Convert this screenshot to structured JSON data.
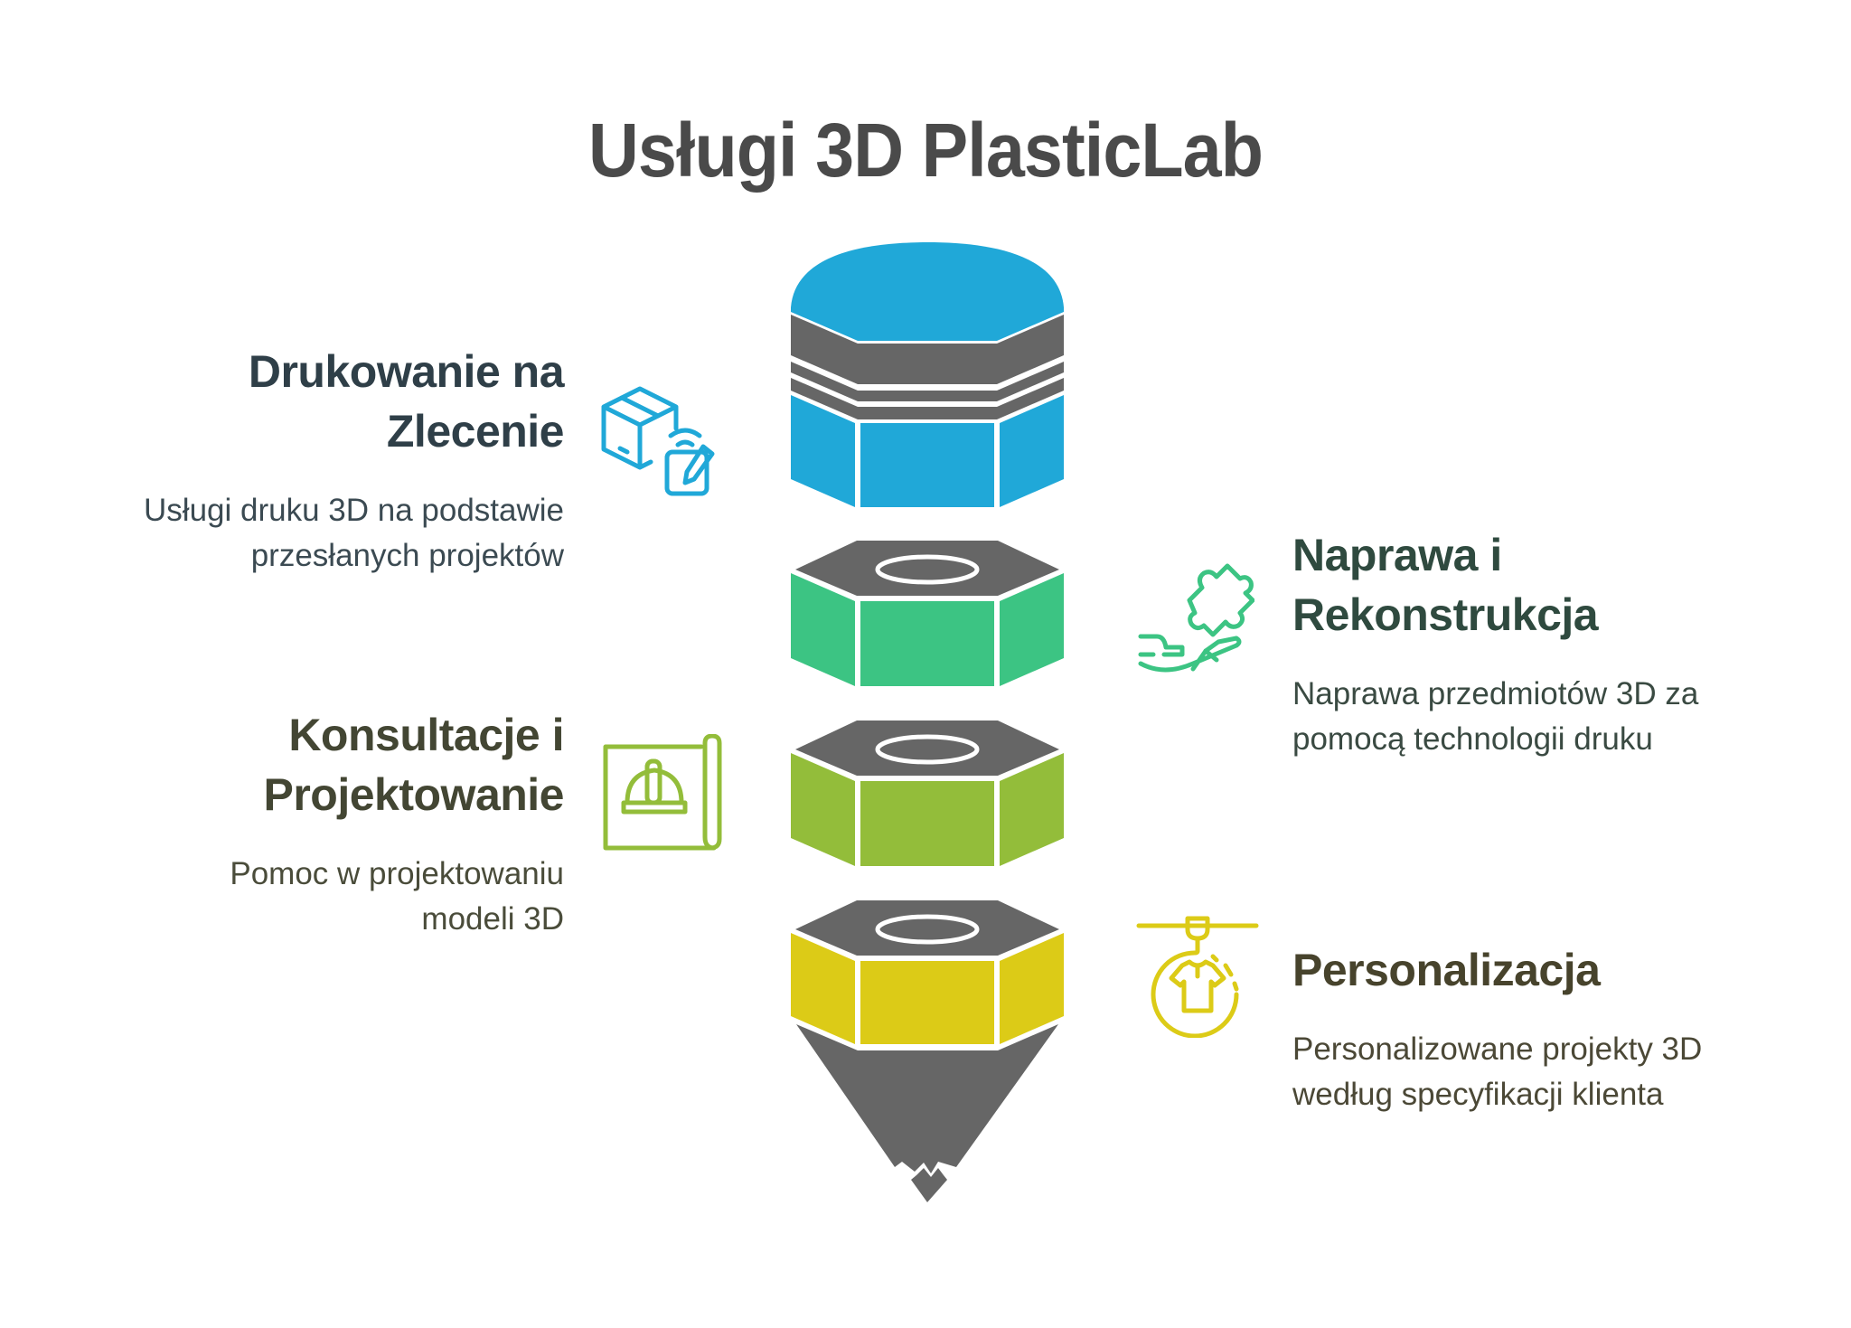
{
  "title": "Usługi 3D PlasticLab",
  "colors": {
    "blue": "#20a8d8",
    "green": "#3cc483",
    "lime": "#93bd3a",
    "yellow": "#dccb17",
    "gray": "#666666",
    "title_text": "#4a4a4a"
  },
  "services": [
    {
      "side": "left",
      "heading_lines": [
        "Drukowanie na",
        "Zlecenie"
      ],
      "description_lines": [
        "Usługi druku 3D na podstawie",
        "przesłanych projektów"
      ],
      "icon": "box-tablet-pen-icon",
      "color": "#20a8d8"
    },
    {
      "side": "right",
      "heading_lines": [
        "Naprawa i",
        "Rekonstrukcja"
      ],
      "description_lines": [
        "Naprawa przedmiotów 3D za",
        "pomocą technologii druku"
      ],
      "icon": "hand-puzzle-icon",
      "color": "#3cc483"
    },
    {
      "side": "left",
      "heading_lines": [
        "Konsultacje i",
        "Projektowanie"
      ],
      "description_lines": [
        "Pomoc w projektowaniu",
        "modeli 3D"
      ],
      "icon": "blueprint-helmet-icon",
      "color": "#93bd3a"
    },
    {
      "side": "right",
      "heading_lines": [
        "Personalizacja"
      ],
      "description_lines": [
        "Personalizowane projekty 3D",
        "według specyfikacji klienta"
      ],
      "icon": "printer-shirt-icon",
      "color": "#dccb17"
    }
  ]
}
